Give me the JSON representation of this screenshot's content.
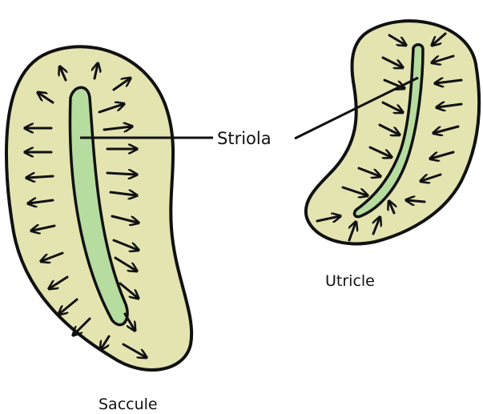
{
  "labels": {
    "striola": "Striola",
    "utricle": "Utricle",
    "saccule": "Saccule"
  },
  "colors": {
    "organ_fill": "#e3e4b0",
    "striola_fill": "#b6dca0",
    "outline": "#111111",
    "background": "#ffffff"
  }
}
